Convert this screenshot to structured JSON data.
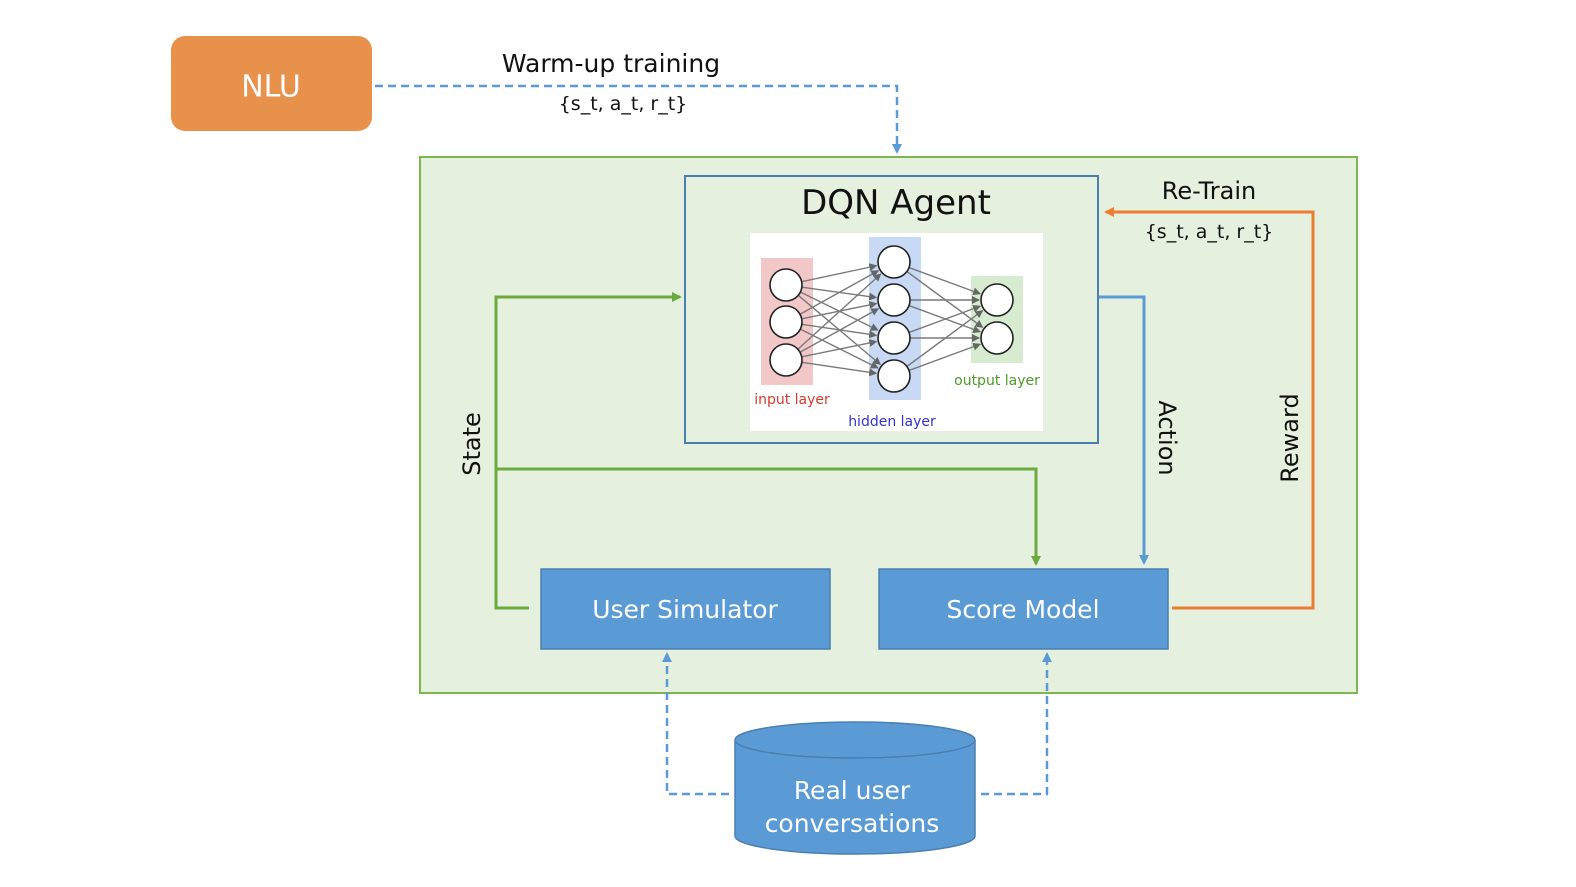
{
  "nlu": {
    "label": "NLU"
  },
  "warmup": {
    "label": "Warm-up training",
    "tuple": "{s_t, a_t, r_t}"
  },
  "agent": {
    "title": "DQN Agent"
  },
  "network": {
    "input_label": "input layer",
    "hidden_label": "hidden layer",
    "output_label": "output layer",
    "layers": [
      3,
      4,
      2
    ]
  },
  "retrain": {
    "label": "Re-Train",
    "tuple": "{s_t, a_t, r_t}"
  },
  "edges": {
    "state": "State",
    "action": "Action",
    "reward": "Reward"
  },
  "user_simulator": {
    "label": "User Simulator"
  },
  "score_model": {
    "label": "Score Model"
  },
  "database": {
    "line1": "Real user",
    "line2": "conversations"
  },
  "colors": {
    "nlu_fill": "#E8914A",
    "env_fill": "#E6F0DE",
    "env_stroke": "#7DB84F",
    "box_fill": "#5B9BD5",
    "agent_stroke": "#4A7FB0",
    "green_arrow": "#6AAA3E",
    "blue_arrow": "#5B9BD5",
    "orange_arrow": "#ED7D31",
    "input_band": "#F2C7C7",
    "hidden_band": "#C8D9F5",
    "output_band": "#D6EBCF",
    "input_text": "#D63A2F",
    "hidden_text": "#3333CC",
    "output_text": "#4E9A2A"
  }
}
